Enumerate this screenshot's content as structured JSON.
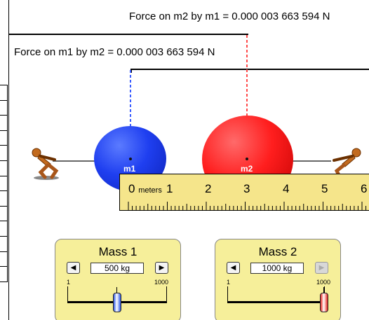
{
  "forces": {
    "on_m2_label": "Force on m2 by m1 = 0.000 003 663 594 N",
    "on_m1_label": "Force on m1 by m2 = 0.000 003 663 594 N"
  },
  "masses": {
    "m1": {
      "label": "m1",
      "color": "#1f3ff0",
      "arrow_color": "#3050ff"
    },
    "m2": {
      "label": "m2",
      "color": "#ff1e1e",
      "arrow_color": "#ff4040"
    }
  },
  "ruler": {
    "unit": "meters",
    "numbers": [
      "0",
      "1",
      "2",
      "3",
      "4",
      "5",
      "6"
    ],
    "color": "#f5e58b"
  },
  "controls": {
    "mass1": {
      "title": "Mass 1",
      "value": "500 kg",
      "min_label": "1",
      "max_label": "1000",
      "slider_fraction": 0.5,
      "thumb_color": "#2b56e8",
      "decrease_label": "◀",
      "increase_label": "▶"
    },
    "mass2": {
      "title": "Mass 2",
      "value": "1000 kg",
      "min_label": "1",
      "max_label": "1000",
      "slider_fraction": 1.0,
      "thumb_color": "#e8261e",
      "decrease_label": "◀",
      "increase_label": "▶"
    }
  }
}
